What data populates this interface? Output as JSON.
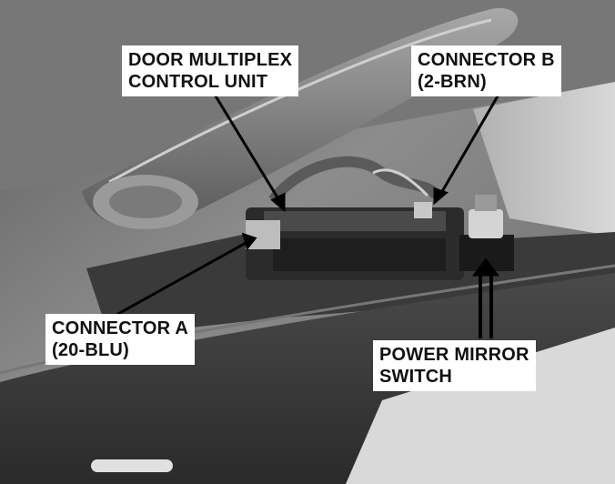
{
  "callouts": {
    "door_multiplex": {
      "line1": "DOOR MULTIPLEX",
      "line2": "CONTROL UNIT"
    },
    "connector_b": {
      "line1": "CONNECTOR B",
      "line2": "(2-BRN)"
    },
    "connector_a": {
      "line1": "CONNECTOR A",
      "line2": "(20-BLU)"
    },
    "power_mirror": {
      "line1": "POWER MIRROR",
      "line2": "SWITCH"
    }
  },
  "colors": {
    "photo_mid": "#8a8a8a",
    "label_bg": "#ffffff",
    "label_text": "#111111"
  }
}
